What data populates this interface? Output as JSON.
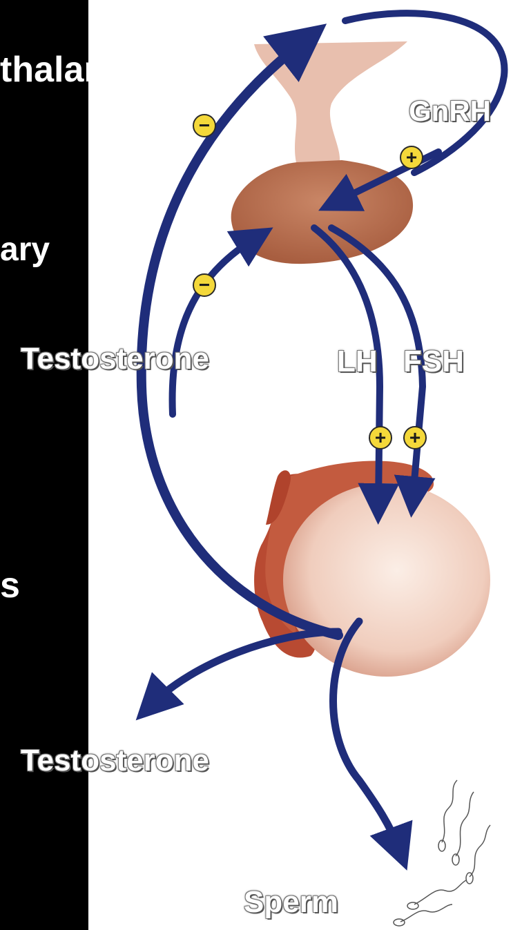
{
  "labels": {
    "hypothalamus_partial": "thalamus",
    "pituitary_partial": "ary",
    "testes_partial": "s",
    "gnrh": "GnRH",
    "testosterone_upper": "Testosterone",
    "lh": "LH",
    "fsh": "FSH",
    "testosterone_lower": "Testosterone",
    "sperm": "Sperm"
  },
  "signs": {
    "hypothalamus_feedback": "−",
    "pituitary_feedback": "−",
    "gnrh_stimulation": "+",
    "lh_stimulation": "+",
    "fsh_stimulation": "+"
  },
  "colors": {
    "arrow": "#1f2d7a",
    "sign_fill": "#f4d83a",
    "hypothalamus": "#e6b9a8",
    "pituitary": "#b86e4f",
    "testis": "#f2d3c4",
    "epididymis": "#b84a32"
  }
}
